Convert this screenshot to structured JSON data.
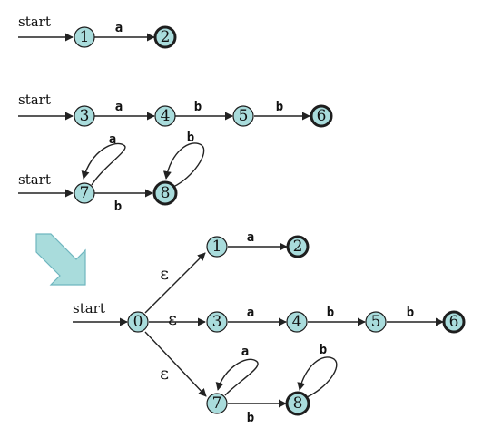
{
  "start_label": "start",
  "colors": {
    "state_fill": "#a9dcdc",
    "stroke": "#1e1e1e",
    "arrow_fill": "#a9dcdc"
  },
  "nfa_a": {
    "states": [
      {
        "id": "1",
        "accept": false
      },
      {
        "id": "2",
        "accept": true
      }
    ],
    "edges": [
      {
        "from": "1",
        "to": "2",
        "label": "a"
      }
    ]
  },
  "nfa_abb": {
    "states": [
      {
        "id": "3",
        "accept": false
      },
      {
        "id": "4",
        "accept": false
      },
      {
        "id": "5",
        "accept": false
      },
      {
        "id": "6",
        "accept": true
      }
    ],
    "edges": [
      {
        "from": "3",
        "to": "4",
        "label": "a"
      },
      {
        "from": "4",
        "to": "5",
        "label": "b"
      },
      {
        "from": "5",
        "to": "6",
        "label": "b"
      }
    ]
  },
  "nfa_astar_bplus": {
    "states": [
      {
        "id": "7",
        "accept": false
      },
      {
        "id": "8",
        "accept": true
      }
    ],
    "edges": [
      {
        "from": "7",
        "to": "7",
        "label": "a"
      },
      {
        "from": "7",
        "to": "8",
        "label": "b"
      },
      {
        "from": "8",
        "to": "8",
        "label": "b"
      }
    ]
  },
  "combined": {
    "new_start": "0",
    "epsilon": "ε",
    "edges": [
      {
        "from": "0",
        "to": "1",
        "label": "ε"
      },
      {
        "from": "0",
        "to": "3",
        "label": "ε"
      },
      {
        "from": "0",
        "to": "7",
        "label": "ε"
      },
      {
        "from": "1",
        "to": "2",
        "label": "a"
      },
      {
        "from": "3",
        "to": "4",
        "label": "a"
      },
      {
        "from": "4",
        "to": "5",
        "label": "b"
      },
      {
        "from": "5",
        "to": "6",
        "label": "b"
      },
      {
        "from": "7",
        "to": "7",
        "label": "a"
      },
      {
        "from": "7",
        "to": "8",
        "label": "b"
      },
      {
        "from": "8",
        "to": "8",
        "label": "b"
      }
    ]
  }
}
